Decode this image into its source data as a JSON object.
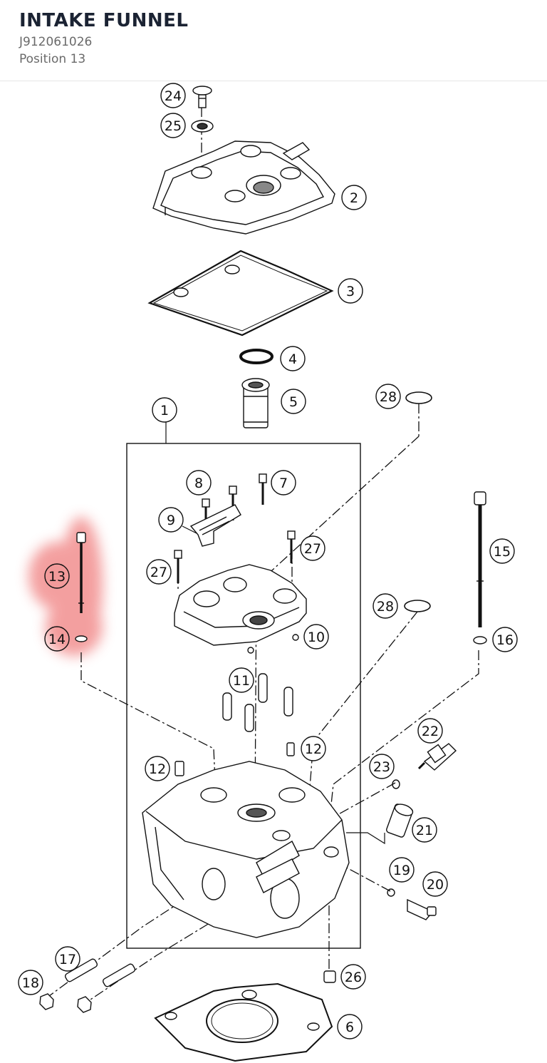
{
  "header": {
    "title": "INTAKE FUNNEL",
    "part_number": "J912061026",
    "position": "Position 13"
  },
  "diagram": {
    "highlight_color": "#f08080",
    "line_color": "#111111",
    "callouts": [
      {
        "label": "24",
        "highlighted": false
      },
      {
        "label": "25",
        "highlighted": false
      },
      {
        "label": "2",
        "highlighted": false
      },
      {
        "label": "3",
        "highlighted": false
      },
      {
        "label": "4",
        "highlighted": false
      },
      {
        "label": "5",
        "highlighted": false
      },
      {
        "label": "1",
        "highlighted": false
      },
      {
        "label": "28",
        "highlighted": false
      },
      {
        "label": "8",
        "highlighted": false
      },
      {
        "label": "7",
        "highlighted": false
      },
      {
        "label": "9",
        "highlighted": false
      },
      {
        "label": "27",
        "highlighted": false
      },
      {
        "label": "27",
        "highlighted": false
      },
      {
        "label": "15",
        "highlighted": false
      },
      {
        "label": "13",
        "highlighted": true
      },
      {
        "label": "28",
        "highlighted": false
      },
      {
        "label": "14",
        "highlighted": true
      },
      {
        "label": "10",
        "highlighted": false
      },
      {
        "label": "16",
        "highlighted": false
      },
      {
        "label": "11",
        "highlighted": false
      },
      {
        "label": "22",
        "highlighted": false
      },
      {
        "label": "12",
        "highlighted": false
      },
      {
        "label": "12",
        "highlighted": false
      },
      {
        "label": "23",
        "highlighted": false
      },
      {
        "label": "21",
        "highlighted": false
      },
      {
        "label": "19",
        "highlighted": false
      },
      {
        "label": "20",
        "highlighted": false
      },
      {
        "label": "17",
        "highlighted": false
      },
      {
        "label": "26",
        "highlighted": false
      },
      {
        "label": "18",
        "highlighted": false
      },
      {
        "label": "6",
        "highlighted": false
      }
    ]
  }
}
